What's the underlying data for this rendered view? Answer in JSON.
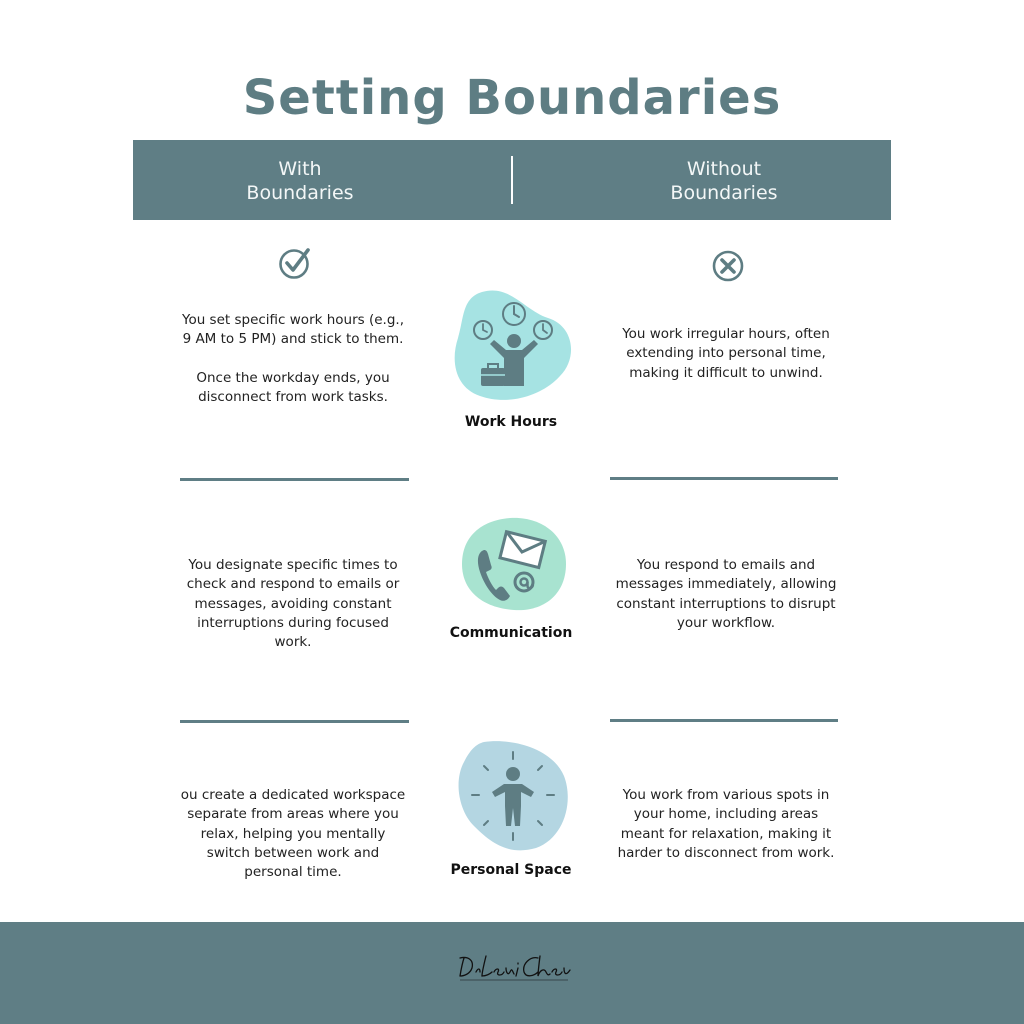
{
  "title": "Setting Boundaries",
  "header": {
    "left_label": "With\nBoundaries",
    "right_label": "Without\nBoundaries"
  },
  "status_icons": {
    "with": "check-circle-icon",
    "without": "x-circle-icon"
  },
  "rows": [
    {
      "category": "Work  Hours",
      "icon": "work-hours-icon",
      "with_text": "You set specific work hours (e.g., 9 AM to 5 PM) and stick to them.\n\nOnce the workday ends, you disconnect from work tasks.",
      "without_text": "You work irregular hours, often extending into personal time, making it difficult to unwind."
    },
    {
      "category": "Communication",
      "icon": "communication-icon",
      "with_text": "You designate specific times to check and respond to emails or messages, avoiding constant interruptions during focused work.",
      "without_text": "You respond to emails and messages immediately, allowing constant interruptions to disrupt your workflow."
    },
    {
      "category": "Personal Space",
      "icon": "personal-space-icon",
      "with_text": "ou create a dedicated workspace separate from areas where you relax, helping you mentally switch between work and personal time.",
      "without_text": "You work from various spots in your home, including areas meant for relaxation, making it harder to disconnect from work."
    }
  ],
  "footer": {
    "signature": "Dr. Levi Chenus"
  },
  "colors": {
    "primary": "#5f7e85",
    "title": "#5e7d83",
    "teal_blob": "#a6e3e3",
    "mint_blob": "#a8e3d0",
    "blue_blob": "#b4d6e2",
    "icon_dark": "#5e7d83"
  }
}
